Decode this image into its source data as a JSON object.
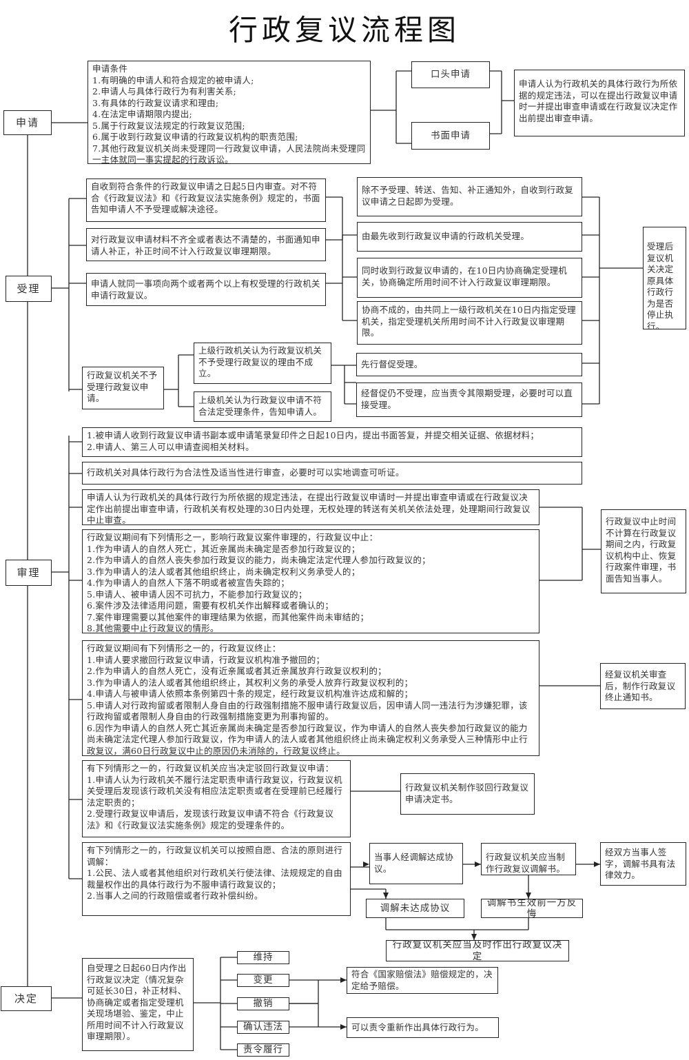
{
  "title": "行政复议流程图",
  "stages": {
    "apply": "申请",
    "accept": "受理",
    "review": "审理",
    "decide": "决定"
  },
  "apply": {
    "conditions": "申请条件\n1.有明确的申请人和符合规定的被申请人;\n2.申请人与具体行政行为有利害关系;\n3.有具体的行政复议请求和理由;\n4.在法定申请期限内提出;\n5.属于行政复议法规定的行政复议范围;\n6.属于收到行政复议申请的行政复议机构的职责范围;\n7.其他行政复议机关尚未受理同一行政复议申请，人民法院尚未受理同一主体就同一事实提起的行政诉讼。",
    "oral": "口头申请",
    "written": "书面申请",
    "review_request": "申请人认为行政机关的具体行政行为所依据的规定违法，可以在提出行政复议申请时一并提出审查申请或在行政复议决定作出前提出审查申请。"
  },
  "accept": {
    "within5": "自收到符合条件的行政复议申请之日起5日内审查。对不符合《行政复议法》和《行政复议法实施条例》规定的，书面告知申请人不予受理或解决途径。",
    "incomplete": "对行政复议申请材料不齐全或者表达不清楚的，书面通知申请人补正，补正时间不计入行政复议审理期限。",
    "multiple": "申请人就同一事项向两个或者两个以上有权受理的行政机关申请行政复议。",
    "not_accept": "行政复议机关不予受理行政复议申请。",
    "default_accept": "除不予受理、转送、告知、补正通知外，自收到行政复议申请之日起即为受理。",
    "first_received": "由最先收到行政复议申请的行政机关受理。",
    "same_time": "同时收到行政复议申请的，在10日内协商确定受理机关，协商确定所用时间不计入行政复议审理期限。",
    "no_agreement": "协商不成的，由共同上一级行政机关在10日内指定受理机关，指定受理机关所用时间不计入行政复议审理期限。",
    "upper_invalid": "上级行政机关认为行政复议机关不予受理行政复议的理由不成立。",
    "upper_valid": "上级机关认为行政复议申请不符合法定受理条件，告知申请人。",
    "urge": "先行督促受理。",
    "order": "经督促仍不受理，应当责令其限期受理，必要时可以直接受理。",
    "suspend_note": "受理后复议机关决定原具体行政行为是否停止执行。"
  },
  "review": {
    "reply": "1.被申请人收到行政复议申请书副本或申请笔录复印件之日起10日内，提出书面答复，并提交相关证据、依据材料；\n2.申请人、第三人可以申请查阅相关材料。",
    "legality": "行政机关对具体行政行为合法性及适当性进行审查，必要时可以实地调查可听证。",
    "norm_review": "申请人认为行政机关的具体行政行为所依据的规定违法，在提出行政复议申请时一并提出审查申请或在行政复议决定作出前提出审查申请，行政机关有权处理的30日内处理，无权处理的转送有关机关依法处理，处理期间行政复议中止审查。",
    "suspension": "行政复议期间有下列情形之一，影响行政复议案件审理的，行政复议中止：\n1.作为申请人的自然人死亡，其近亲属尚未确定是否参加行政复议的；\n2.作为申请人的自然人丧失参加行政复议的能力，尚未确定法定代理人参加行政复议的；\n3.作为申请人的法人或者其他组织终止，尚未确定权利义务承受人的；\n4.作为申请人的自然人下落不明或者被宣告失踪的；\n5.申请人、被申请人因不可抗力，不能参加行政复议的；\n6.案件涉及法律适用问题，需要有权机关作出解释或者确认的；\n7.案件审理需要以其他案件的审理结果为依据，而其他案件尚未审结的；\n8.其他需要中止行政复议的情形。",
    "suspension_note": "行政复议中止时间不计算在行政复议期间之内，行政复议机构中止、恢复行政案件审理，书面告知当事人。",
    "termination": "行政复议期间有下列情形之一的，行政复议终止：\n1.申请人要求撤回行政复议申请，行政复议机构准予撤回的；\n2.作为申请人的自然人死亡，没有近亲属或者其近亲属放弃行政复议权利的；\n3.作为申请人的法人或者其他组织终止，其权利义务的承受人放弃行政复议权利的；\n4.申请人与被申请人依照本条例第四十条的规定，经行政复议机构准许达成和解的；\n5.申请人对行政拘留或者限制人身自由的行政强制措施不服申请行政复议后，因申请人同一违法行为涉嫌犯罪，该行政拘留或者限制人身自由的行政强制措施变更为刑事拘留的。\n6.因作为申请人的自然人死亡其近亲属尚未确定是否参加行政复议，作为申请人的自然人丧失参加行政复议的能力尚未确定法定代理人参加行政复议，作为申请人的法人或者其他组织终止尚未确定权利义务承受人三种情形中止行政复议，满60日行政复议中止的原因仍未消除的，行政复议终止。",
    "termination_note": "经复议机关审查后，制作行政复议终止通知书。",
    "dismissal": "有下列情形之一的，行政复议机关应当决定驳回行政复议申请：\n1.申请人认为行政机关不履行法定职责申请行政复议，行政复议机关受理后发现该行政机关没有相应法定职责或者在受理前已经履行法定职责的；\n2.受理行政复议申请后，发现该行政复议申请不符合《行政复议法》和《行政复议法实施条例》规定的受理条件的。",
    "dismissal_note": "行政复议机关制作驳回行政复议申请决定书。",
    "mediation": "有下列情形之一的，行政复议机关可以按照自愿、合法的原则进行调解：\n1.公民、法人或者其他组织对行政机关行使法律、法规规定的自由裁量权作出的具体行政行为不服申请行政复议的；\n2.当事人之间的行政赔偿或者行政补偿纠纷。",
    "agreement": "当事人经调解达成协议。",
    "make_statement": "行政复议机关应当制作行政复议调解书。",
    "effective": "经双方当事人签字，调解书具有法律效力。",
    "no_agreement": "调解未达成协议",
    "regret": "调解书生效前一方反悔",
    "timely_decision": "行政复议机关应当及时作出行政复议决定"
  },
  "decide": {
    "deadline": "自受理之日起60日内作出行政复议决定（情况复杂可延长30日，补正材料、协商确定或者指定受理机关现场堪验、鉴定，中止所用时间不计入行政复议审理期限）。",
    "maintain": "维持",
    "change": "变更",
    "revoke": "撤销",
    "confirm_illegal": "确认违法",
    "order_perform": "责令履行",
    "compensation": "符合《国家赔偿法》赔偿规定的，决定给予赔偿。",
    "redo": "可以责令重新作出具体行政行为。"
  }
}
